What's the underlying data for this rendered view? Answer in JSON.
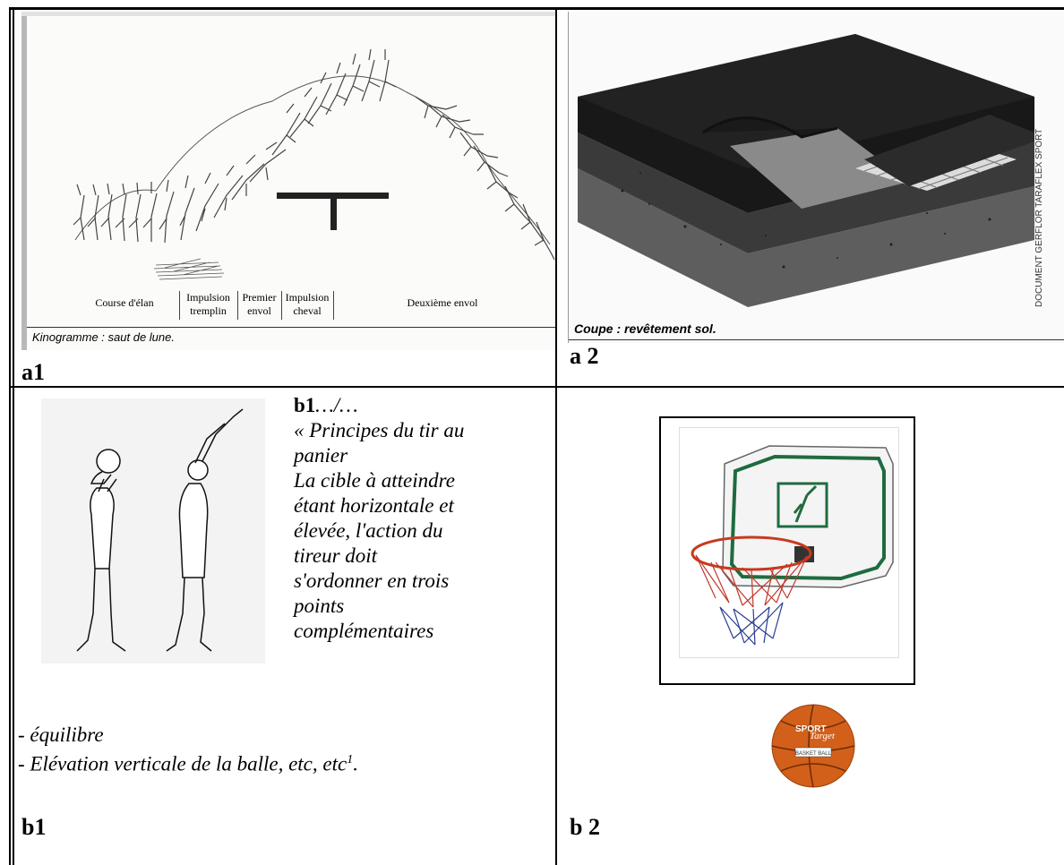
{
  "cells": {
    "a1": {
      "label": "a1",
      "caption": "Kinogramme : saut de lune.",
      "phases": [
        {
          "text": "Course d'élan"
        },
        {
          "line1": "Impulsion",
          "line2": "tremplin"
        },
        {
          "line1": "Premier",
          "line2": "envol"
        },
        {
          "line1": "Impulsion",
          "line2": "cheval"
        },
        {
          "text": "Deuxième envol"
        }
      ]
    },
    "a2": {
      "label": "a 2",
      "caption": "Coupe : revêtement sol.",
      "credit": "DOCUMENT GERFLOR TARAFLEX SPORT"
    },
    "b1": {
      "label": "b1",
      "heading": "b1",
      "heading_suffix": "…/…",
      "quote_lines": [
        "« Principes du tir au",
        "panier",
        "La cible à atteindre",
        "étant  horizontale et",
        "élevée, l'action du",
        "tireur doit",
        "s'ordonner en trois",
        "points",
        "complémentaires"
      ],
      "bullet1": "- équilibre",
      "bullet2": "- Elévation verticale de la balle, etc, etc",
      "footnote_mark": "1",
      "bullet2_end": "."
    },
    "b2": {
      "label": "b 2",
      "ball_brand_line1": "SPORT",
      "ball_brand_line2": "Target",
      "ball_label": "BASKET BALL"
    }
  }
}
